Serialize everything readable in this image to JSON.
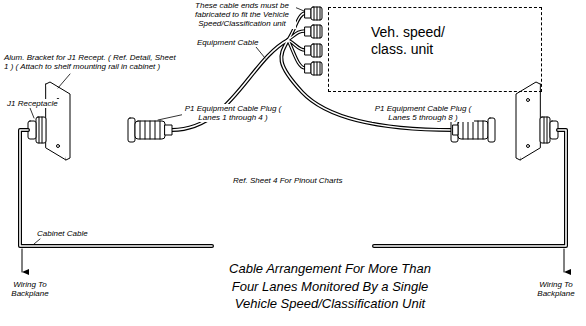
{
  "diagram": {
    "caption": "Cable Arrangement For More Than Four Lanes Monitored By a Single Vehicle Speed/Classification Unit",
    "nodes": [
      {
        "text": [
          "Veh. speed/ class. unit"
        ]
      }
    ],
    "labels": [
      "These cable ends must be fabricated to fit the Vehicle Speed/Classification unit",
      "Equipment Cable",
      "Alum. Bracket for J1 Recept. ( Ref. Detail, Sheet 1 ) ( Attach to shelf mounting rail in cabinet )",
      "J1 Receptacle",
      "P1 Equipment Cable Plug ( Lanes 1 through 4 )",
      "P1 Equipment Cable Plug ( Lanes 5 through 8 )",
      "Cabinet Cable",
      "Ref. Sheet 4 For Pinout Charts",
      "Wiring To Backplane",
      "Wiring To Backplane"
    ]
  }
}
